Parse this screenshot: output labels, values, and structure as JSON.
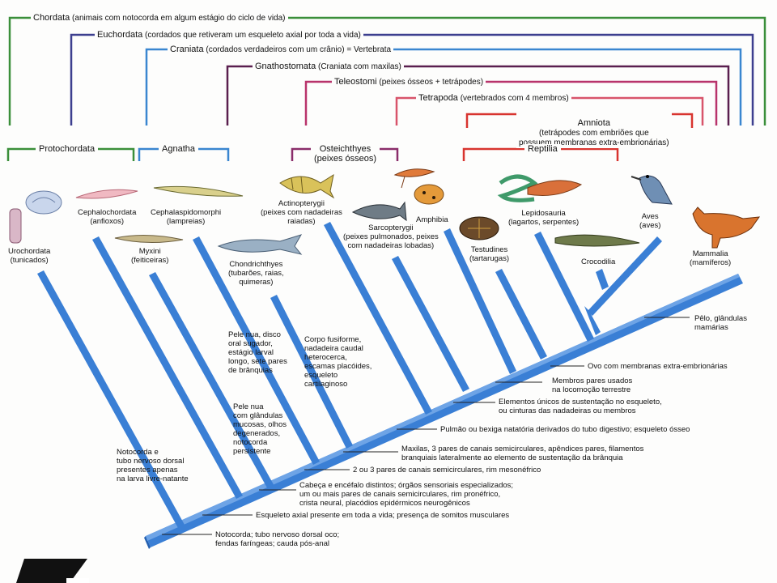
{
  "colors": {
    "branch": "#3a7fd5",
    "branch_shadow": "#2460b0",
    "chordata": "#3b8f3a",
    "euchordata": "#3d3f8f",
    "craniata": "#3a86d0",
    "gnathostomata": "#5a1f4f",
    "teleostomi": "#b8336b",
    "tetrapoda": "#d8546a",
    "amniota": "#d8342f",
    "protochordata": "#3b8f3a",
    "agnatha": "#3a86d0",
    "osteichthyes": "#8a2d6a",
    "reptilia": "#d8342f"
  },
  "headers": {
    "chordata": {
      "name": "Chordata",
      "desc": "(animais com notocorda em algum estágio do ciclo de vida)"
    },
    "euchordata": {
      "name": "Euchordata",
      "desc": "(cordados que retiveram um esqueleto axial por toda a vida)"
    },
    "craniata": {
      "name": "Craniata",
      "desc": "(cordados verdadeiros com um crânio) = Vertebrata"
    },
    "gnathostomata": {
      "name": "Gnathostomata",
      "desc": "(Craniata com maxilas)"
    },
    "teleostomi": {
      "name": "Teleostomi",
      "desc": "(peixes ósseos + tetrápodes)"
    },
    "tetrapoda": {
      "name": "Tetrapoda",
      "desc": "(vertebrados com 4 membros)"
    },
    "amniota": {
      "name": "Amniota",
      "desc": "(tetrápodes com embriões que\npossuem membranas extra-embrionárias)"
    }
  },
  "groups": {
    "protochordata": "Protochordata",
    "agnatha": "Agnatha",
    "osteichthyes": "Osteichthyes\n(peixes ósseos)",
    "reptilia": "Reptilia"
  },
  "taxa": {
    "urochordata": "Urochordata\n(tunicados)",
    "cephalochordata": "Cephalochordata\n(anfioxos)",
    "myxini": "Myxini\n(feiticeiras)",
    "cephalaspidomorphi": "Cephalaspidomorphi\n(lampreias)",
    "chondrichthyes": "Chondrichthyes\n(tubarões, raias,\nquimeras)",
    "actinopterygii": "Actinopterygii\n(peixes com nadadeiras\nraiadas)",
    "sarcopterygii": "Sarcopterygii\n(peixes pulmonados, peixes\ncom nadadeiras lobadas)",
    "amphibia": "Amphibia",
    "testudines": "Testudines\n(tartarugas)",
    "lepidosauria": "Lepidosauria\n(lagartos, serpentes)",
    "crocodilia": "Crocodilia",
    "aves": "Aves\n(aves)",
    "mammalia": "Mammalia\n(mamíferos)"
  },
  "traits": {
    "notocorda_larva": "Notocorda e\ntubo nervoso dorsal\npresentes apenas\nna larva livre-natante",
    "pele_nua_disco": "Pele nua, disco\noral sugador,\nestágio larval\nlongo, sete pares\nde brânquias",
    "pele_nua_glandulas": "Pele nua\ncom glândulas\nmucosas, olhos\ndegenerados,\nnotocorda\npersistente",
    "corpo_fusiforme": "Corpo fusiforme,\nnadadeira caudal\nheterocerca,\nescamas placóides,\nesqueleto\ncartilaginoso",
    "pelo": "Pêlo, glândulas\nmamárias",
    "ovo": "Ovo com membranas extra-embrionárias",
    "membros": "Membros pares usados\nna locomoção terrestre",
    "elementos": "Elementos únicos de sustentação no esqueleto,\nou cinturas das nadadeiras ou membros",
    "pulmao": "Pulmão ou bexiga natatória derivados do tubo digestivo; esqueleto ósseo",
    "maxilas": "Maxilas, 3 pares de canais semicirculares, apêndices pares, filamentos\nbranquiais lateralmente ao elemento de sustentação da brânquia",
    "canais": "2 ou 3 pares de canais semicirculares, rim mesonéfrico",
    "cabeca": "Cabeça e encéfalo distintos; órgãos sensoriais especializados;\num ou mais pares de canais semicirculares, rim pronéfrico,\ncrista neural, placódios epidérmicos neurogênicos",
    "esqueleto_axial": "Esqueleto axial presente em toda a vida; presença de somitos musculares",
    "notocorda_base": "Notocorda; tubo nervoso dorsal oco;\nfendas faríngeas; cauda pós-anal"
  }
}
